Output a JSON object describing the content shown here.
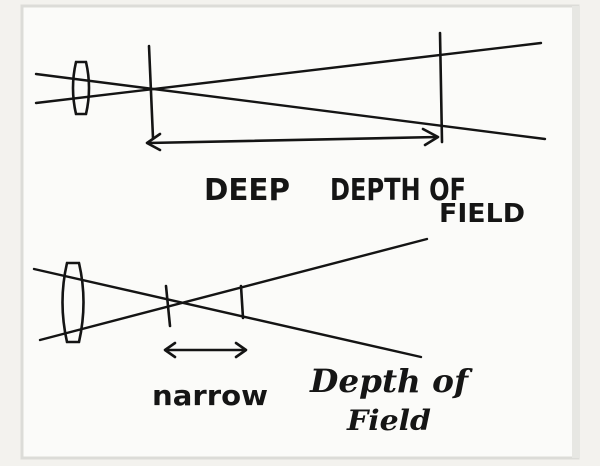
{
  "diagrams": {
    "deep": {
      "word": "DEEP",
      "caption_line1": "DEPTH OF",
      "caption_line2": "FIELD"
    },
    "narrow": {
      "word": "narrow",
      "caption_line1": "Depth of",
      "caption_line2": "Field"
    }
  },
  "colors": {
    "board": "#fbfbf9",
    "frame": "#dcdcd8",
    "ink": "#141414"
  }
}
